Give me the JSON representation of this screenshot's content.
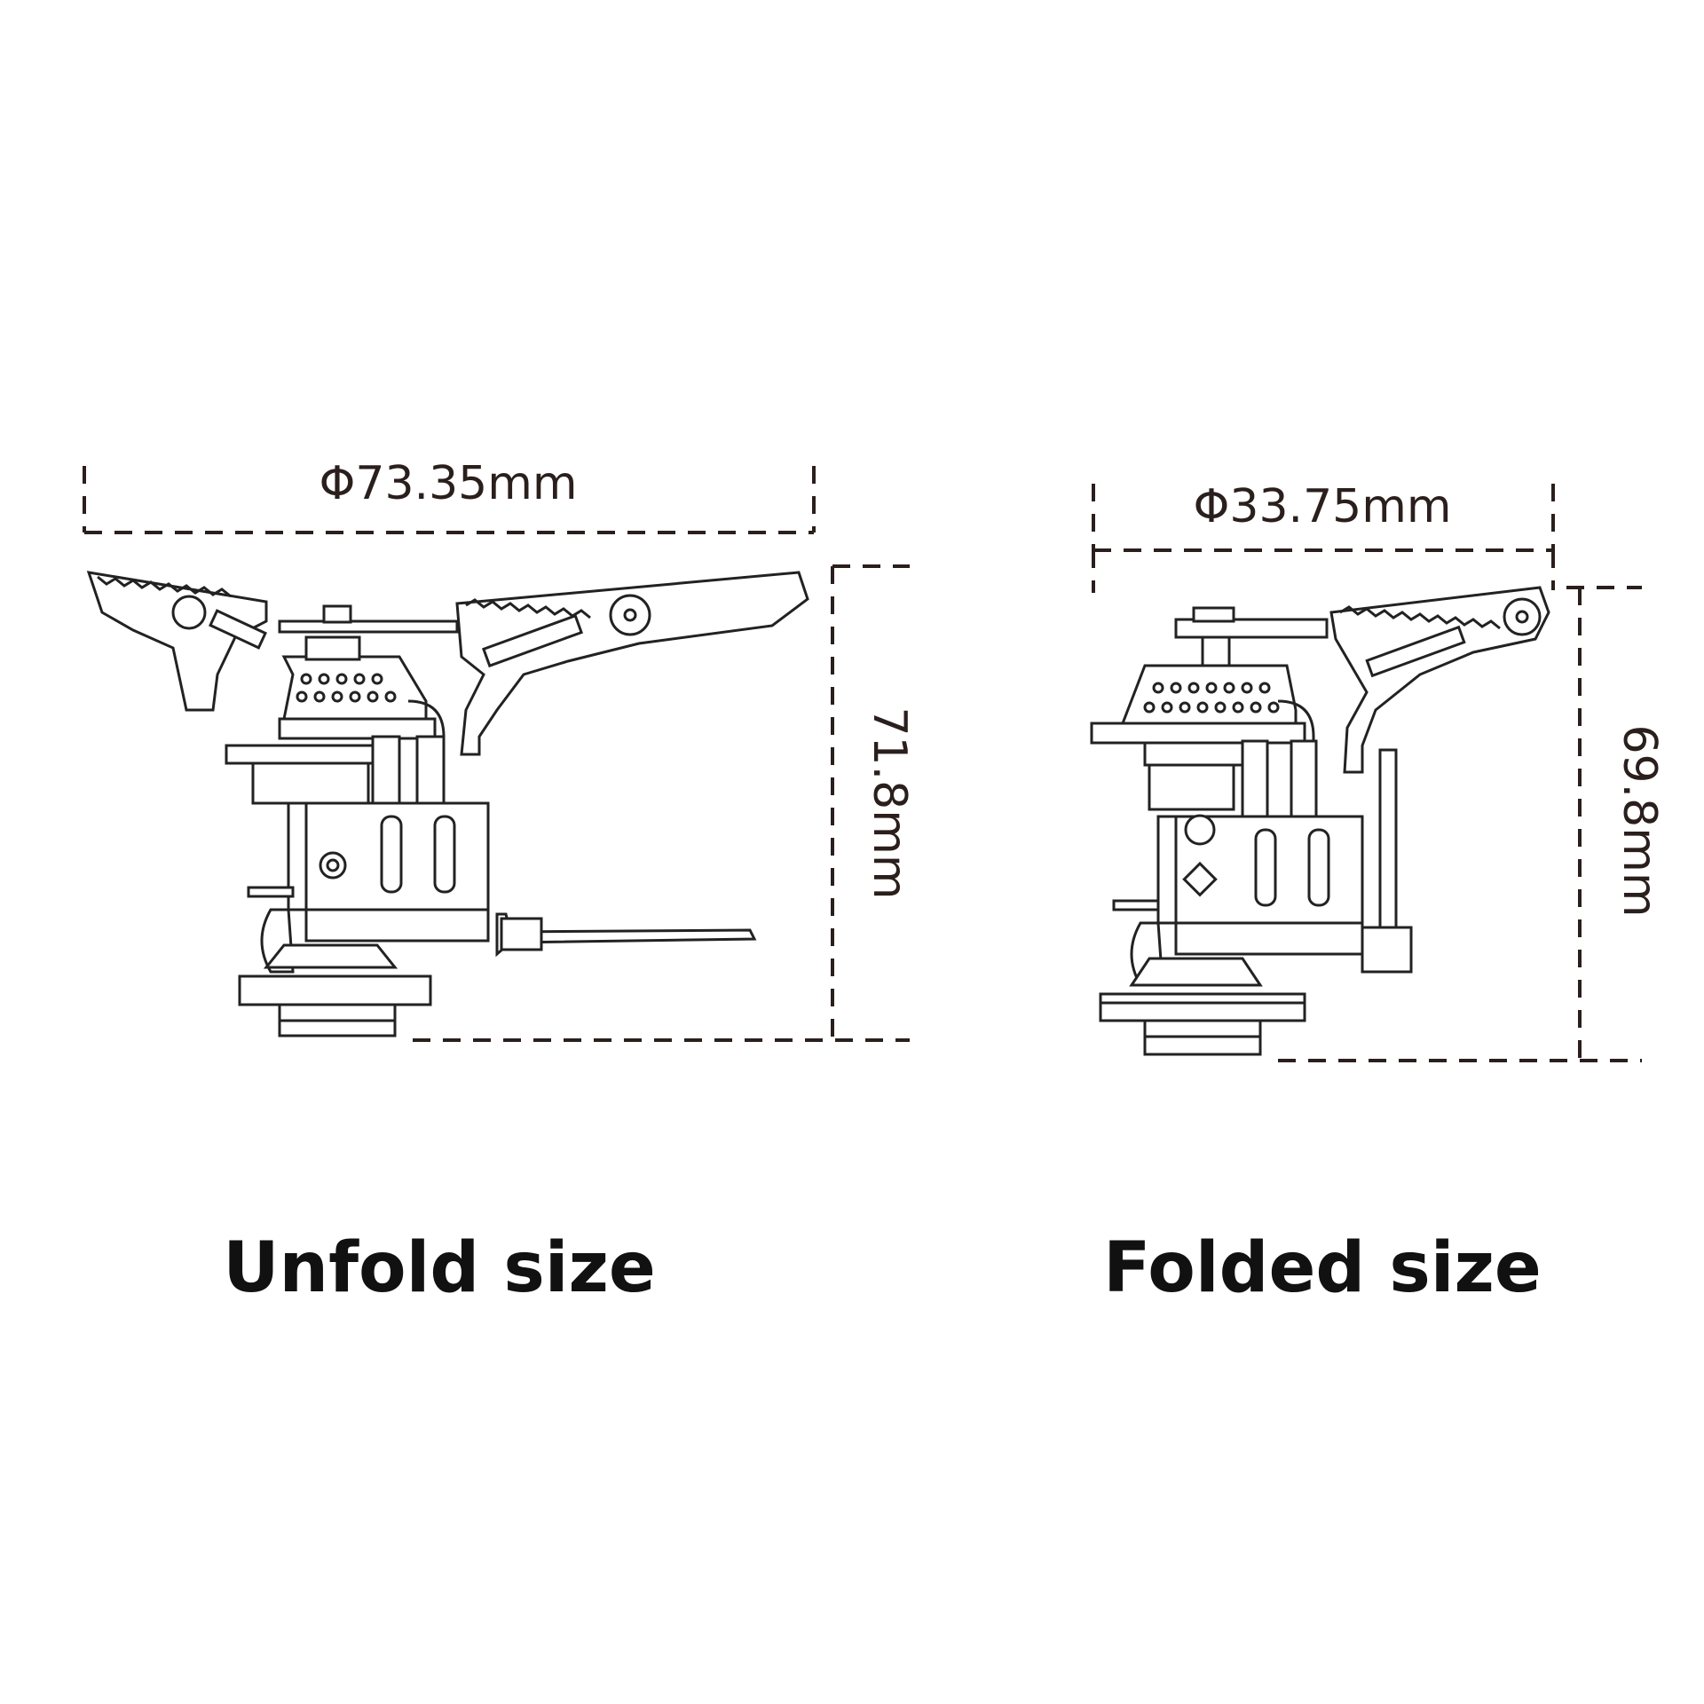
{
  "unfolded": {
    "diameter_label": "Φ73.35mm",
    "height_label": "71.8mm",
    "caption": "Unfold size"
  },
  "folded": {
    "diameter_label": "Φ33.75mm",
    "height_label": "69.8mm",
    "caption": "Folded size"
  },
  "colors": {
    "line": "#2a1f1c",
    "caption": "#111111",
    "background": "#ffffff"
  }
}
